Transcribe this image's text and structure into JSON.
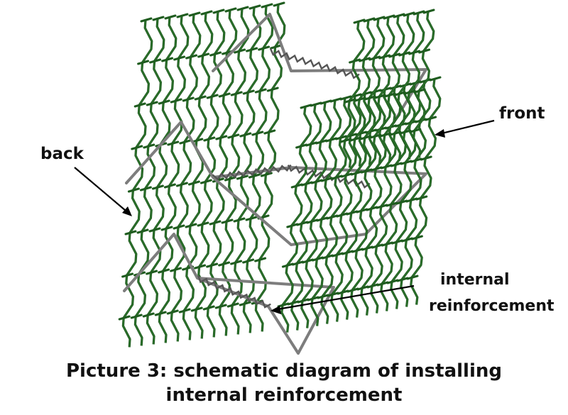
{
  "labels": {
    "front": "front",
    "back": "back",
    "internal_line1": "internal",
    "internal_line2": "reinforcement"
  },
  "caption": {
    "line1": "Picture 3: schematic diagram of installing",
    "line2": "internal reinforcement"
  },
  "colors": {
    "mesh_wire": "#1f5c1f",
    "mesh_wire_highlight": "#3a8a3a",
    "reinforcement": "#7d7d7d",
    "text": "#111111",
    "arrow": "#000000"
  }
}
